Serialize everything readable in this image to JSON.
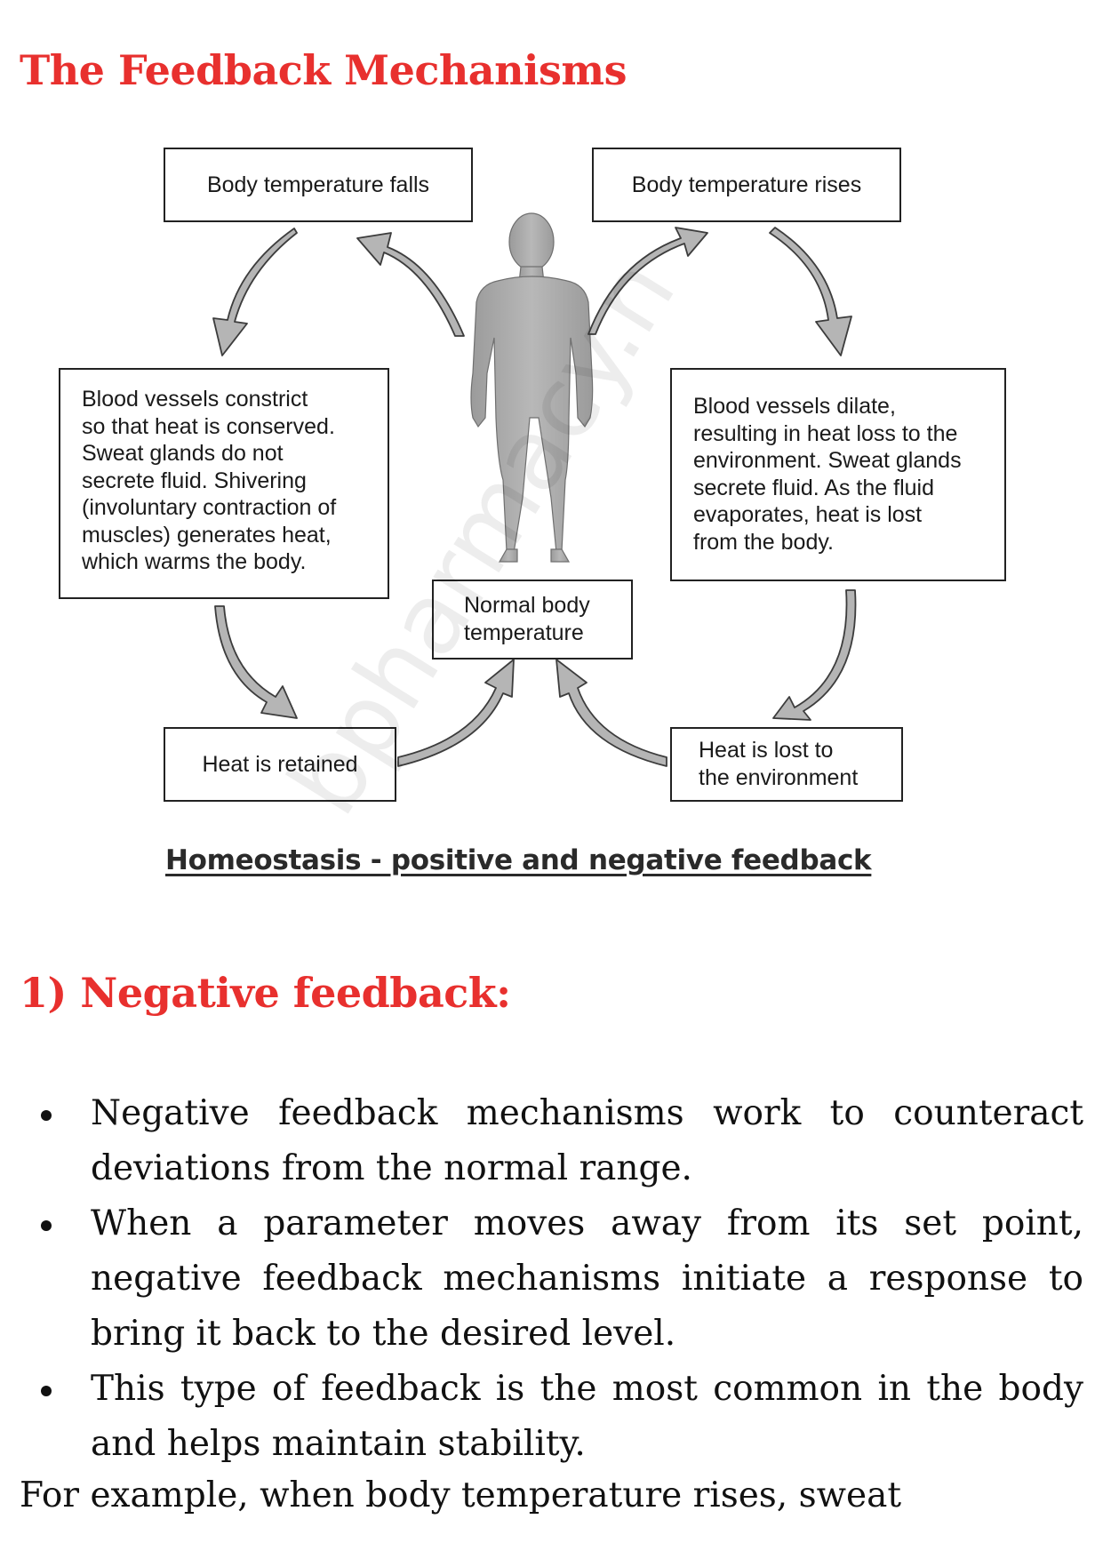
{
  "page": {
    "title": "The Feedback Mechanisms"
  },
  "diagram": {
    "caption": "Homeostasis - positive and negative feedback",
    "boxes": {
      "temp_falls": "Body temperature falls",
      "temp_rises": "Body temperature rises",
      "constrict_lines": [
        "Blood vessels constrict",
        "so that heat is conserved.",
        "Sweat glands do not",
        "secrete fluid. Shivering",
        "(involuntary contraction of",
        "muscles) generates heat,",
        "which warms the body."
      ],
      "dilate_lines": [
        "Blood vessels dilate,",
        "resulting in heat loss to the",
        "environment. Sweat glands",
        "secrete fluid. As the fluid",
        "evaporates, heat is lost",
        "from the body."
      ],
      "normal_lines": [
        "Normal body",
        "temperature"
      ],
      "heat_retained": "Heat is retained",
      "heat_lost_lines": [
        "Heat is lost to",
        "the environment"
      ]
    },
    "figure_icon": "human-body-silhouette-icon",
    "arrow_icon": "curved-arrow-icon",
    "colors": {
      "arrow_fill": "#b5b5b5",
      "figure_fill": "#a9a9a9",
      "border": "#222222"
    }
  },
  "section": {
    "heading": "1) Negative feedback:",
    "bullets": [
      "Negative feedback mechanisms work to counteract deviations from the normal range.",
      "When a parameter moves away from its set point, negative feedback mechanisms initiate a response to bring it back to the desired level.",
      "This type of feedback is the most common in the body and helps maintain stability."
    ],
    "example": "For example, when body temperature rises, sweat"
  },
  "watermark": {
    "text": "bpharmacy.n"
  },
  "colors": {
    "heading": "#e8302e",
    "text": "#111111"
  }
}
